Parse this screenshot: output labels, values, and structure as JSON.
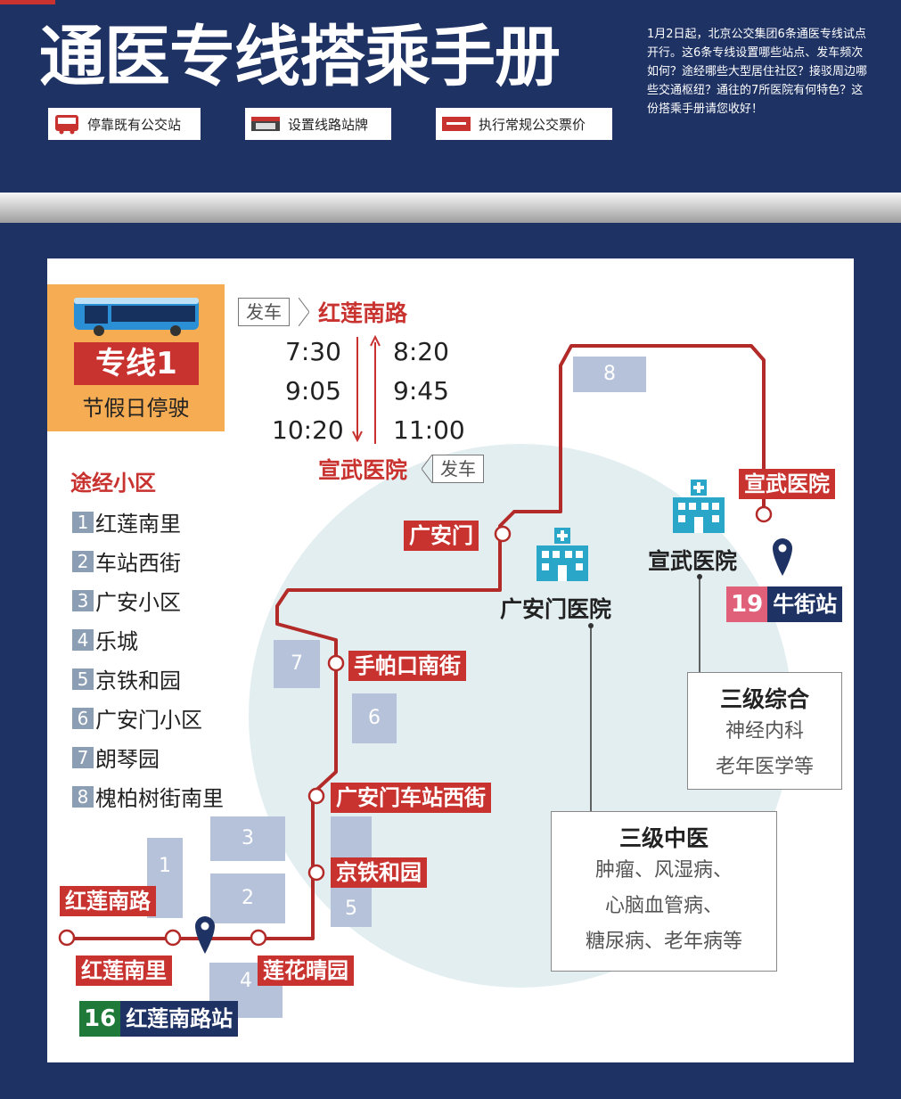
{
  "header": {
    "title": "通医专线搭乘手册",
    "intro": "1月2日起，北京公交集团6条通医专线试点开行。这6条专线设置哪些站点、发车频次如何？途经哪些大型居住社区？接驳周边哪些交通枢纽？通往的7所医院有何特色？这份搭乘手册请您收好！",
    "legend": [
      {
        "icon": "bus-icon",
        "label": "停靠既有公交站"
      },
      {
        "icon": "stop-sign-icon",
        "label": "设置线路站牌"
      },
      {
        "icon": "ticket-icon",
        "label": "执行常规公交票价"
      }
    ]
  },
  "route": {
    "name": "专线1",
    "note": "节假日停驶",
    "depart_tag": "发车",
    "north_terminal": "红莲南路",
    "south_terminal": "宣武医院",
    "times_down": [
      "7:30",
      "9:05",
      "10:20"
    ],
    "times_up": [
      "8:20",
      "9:45",
      "11:00"
    ]
  },
  "communities": {
    "title": "途经小区",
    "items": [
      {
        "num": "1",
        "name": "红莲南里"
      },
      {
        "num": "2",
        "name": "车站西街"
      },
      {
        "num": "3",
        "name": "广安小区"
      },
      {
        "num": "4",
        "name": "乐城"
      },
      {
        "num": "5",
        "name": "京铁和园"
      },
      {
        "num": "6",
        "name": "广安门小区"
      },
      {
        "num": "7",
        "name": "朗琴园"
      },
      {
        "num": "8",
        "name": "槐柏树街南里"
      }
    ]
  },
  "stops": {
    "hongliannanlu": "红莲南路",
    "hongliannanli": "红莲南里",
    "lianhuaqingyuan": "莲花晴园",
    "jingtieheyuan": "京铁和园",
    "guanganmenchezhan": "广安门车站西街",
    "shoupakou": "手帕口南街",
    "guanganmen": "广安门",
    "xuanwu": "宣武医院"
  },
  "stations": [
    {
      "num": "16",
      "name": "红莲南路站",
      "num_color": "#1f7a3a"
    },
    {
      "num": "19",
      "name": "牛街站",
      "num_color": "#e0607a"
    }
  ],
  "markers": [
    "1",
    "2",
    "3",
    "4",
    "5",
    "6",
    "7",
    "8"
  ],
  "hospitals": {
    "guanganmen": {
      "name": "广安门医院",
      "title": "三级中医",
      "lines": [
        "肿瘤、风湿病、",
        "心脑血管病、",
        "糖尿病、老年病等"
      ]
    },
    "xuanwu": {
      "name": "宣武医院",
      "title": "三级综合",
      "lines": [
        "神经内科",
        "老年医学等"
      ]
    }
  },
  "colors": {
    "route": "#b32b29",
    "navy": "#1e3264",
    "orange": "#f6ac52",
    "hospital_teal": "#2aa6c8"
  }
}
